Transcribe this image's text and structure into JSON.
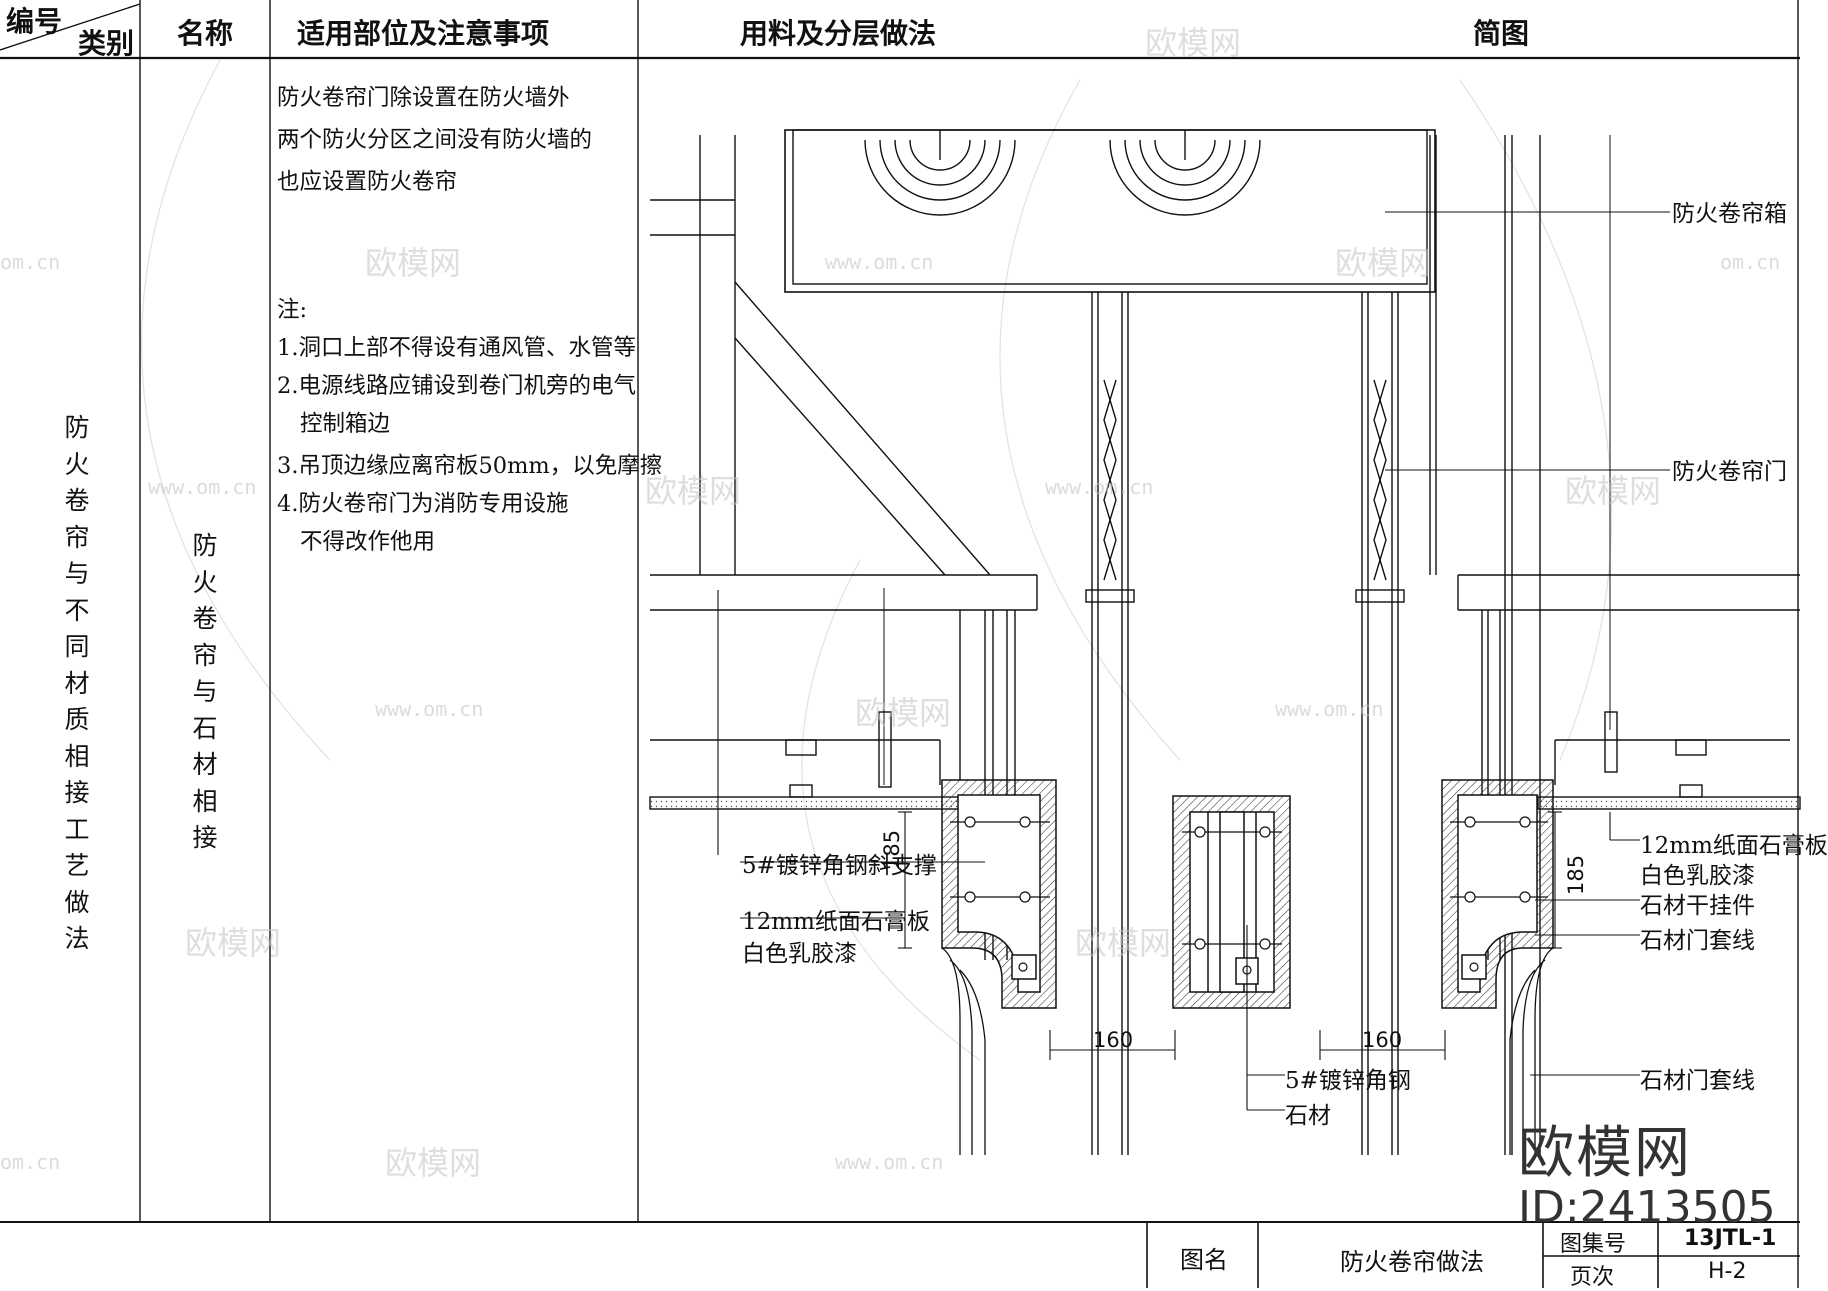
{
  "header": {
    "code": "编号",
    "category": "类别",
    "name": "名称",
    "scope": "适用部位及注意事项",
    "materials": "用料及分层做法",
    "sketch": "简图"
  },
  "row": {
    "category_text": [
      "防",
      "火",
      "卷",
      "帘",
      "与",
      "不",
      "同",
      "材",
      "质",
      "相",
      "接",
      "工",
      "艺",
      "做",
      "法"
    ],
    "name_text": [
      "防",
      "火",
      "卷",
      "帘",
      "与",
      "石",
      "材",
      "相",
      "接"
    ],
    "notes": [
      "防火卷帘门除设置在防火墙外",
      "两个防火分区之间没有防火墙的",
      "也应设置防火卷帘",
      "注:",
      "1.洞口上部不得设有通风管、水管等",
      "2.电源线路应铺设到卷门机旁的电气",
      "控制箱边",
      "3.吊顶边缘应离帘板50mm，以免摩擦",
      "4.防火卷帘门为消防专用设施",
      "不得改作他用"
    ]
  },
  "drawing": {
    "labels": {
      "box": "防火卷帘箱",
      "door": "防火卷帘门",
      "brace": "5#镀锌角钢斜支撑",
      "board_left_1": "12mm纸面石膏板",
      "board_left_2": "白色乳胶漆",
      "board_right_1": "12mm纸面石膏板",
      "board_right_2": "白色乳胶漆",
      "hanger": "石材干挂件",
      "trim1": "石材门套线",
      "trim2": "石材门套线",
      "angle": "5#镀锌角钢",
      "stone": "石材"
    },
    "dims": {
      "left_width": "160",
      "right_width": "160",
      "left_height": "185",
      "right_height": "185"
    }
  },
  "title_block": {
    "title_label": "图名",
    "title_value": "防火卷帘做法",
    "atlas_label": "图集号",
    "atlas_value": "13JTL-1",
    "page_label": "页次",
    "page_value": "H-2"
  },
  "watermark": {
    "brand": "欧模网",
    "id": "ID:2413505",
    "url": "www.om.cn",
    "url_short": "om.cn"
  }
}
